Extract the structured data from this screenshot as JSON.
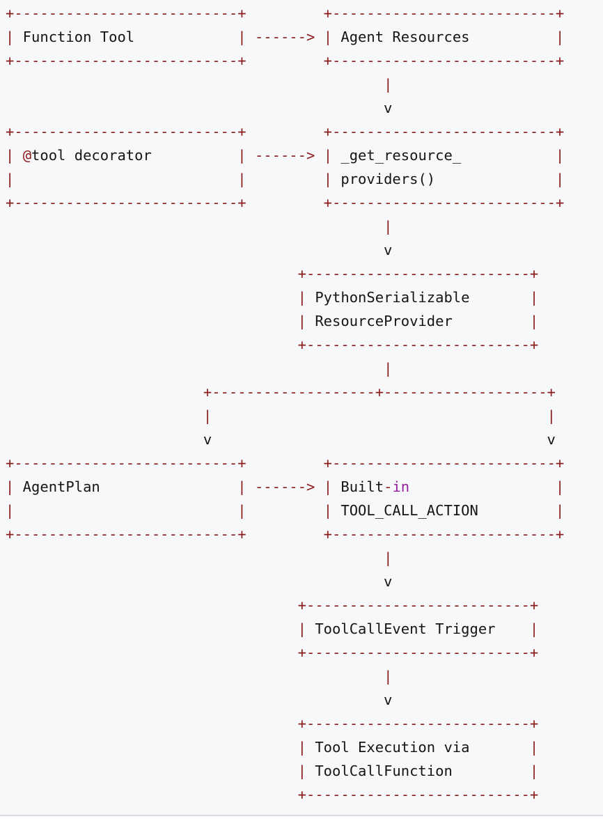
{
  "palette": {
    "page_bg": "#ffffff",
    "code_bg": "#f6f8fa",
    "border_red": "#8b1a1a",
    "text_black": "#151515",
    "keyword_purple": "#961ea0",
    "divider": "#d6dae2"
  },
  "diagram": {
    "nodes": [
      "Function Tool",
      "Agent Resources",
      "@tool decorator",
      "_get_resource_providers()",
      "PythonSerializable ResourceProvider",
      "AgentPlan",
      "Built-in TOOL_CALL_ACTION",
      "ToolCallEvent Trigger",
      "Tool Execution via ToolCallFunction"
    ],
    "edges": [
      [
        "Function Tool",
        "Agent Resources"
      ],
      [
        "Agent Resources",
        "_get_resource_providers()"
      ],
      [
        "@tool decorator",
        "_get_resource_providers()"
      ],
      [
        "_get_resource_providers()",
        "PythonSerializable ResourceProvider"
      ],
      [
        "PythonSerializable ResourceProvider",
        "AgentPlan"
      ],
      [
        "PythonSerializable ResourceProvider",
        "Built-in TOOL_CALL_ACTION"
      ],
      [
        "AgentPlan",
        "Built-in TOOL_CALL_ACTION"
      ],
      [
        "Built-in TOOL_CALL_ACTION",
        "ToolCallEvent Trigger"
      ],
      [
        "ToolCallEvent Trigger",
        "Tool Execution via ToolCallFunction"
      ]
    ]
  },
  "ascii": {
    "lines": [
      [
        [
          "r",
          "+--------------------------+"
        ],
        [
          "k",
          "         "
        ],
        [
          "r",
          "+--------------------------+"
        ]
      ],
      [
        [
          "r",
          "|"
        ],
        [
          "k",
          " Function Tool            "
        ],
        [
          "r",
          "|"
        ],
        [
          "k",
          " "
        ],
        [
          "r",
          "------>"
        ],
        [
          "k",
          " "
        ],
        [
          "r",
          "|"
        ],
        [
          "k",
          " Agent Resources          "
        ],
        [
          "r",
          "|"
        ]
      ],
      [
        [
          "r",
          "+--------------------------+"
        ],
        [
          "k",
          "         "
        ],
        [
          "r",
          "+--------------------------+"
        ]
      ],
      [
        [
          "k",
          "                                            "
        ],
        [
          "r",
          "|"
        ]
      ],
      [
        [
          "k",
          "                                            v"
        ]
      ],
      [
        [
          "r",
          "+--------------------------+"
        ],
        [
          "k",
          "         "
        ],
        [
          "r",
          "+--------------------------+"
        ]
      ],
      [
        [
          "r",
          "|"
        ],
        [
          "k",
          " "
        ],
        [
          "r",
          "@"
        ],
        [
          "k",
          "tool decorator          "
        ],
        [
          "r",
          "|"
        ],
        [
          "k",
          " "
        ],
        [
          "r",
          "------>"
        ],
        [
          "k",
          " "
        ],
        [
          "r",
          "|"
        ],
        [
          "k",
          " _get_resource_           "
        ],
        [
          "r",
          "|"
        ]
      ],
      [
        [
          "r",
          "|"
        ],
        [
          "k",
          "                          "
        ],
        [
          "r",
          "|"
        ],
        [
          "k",
          "         "
        ],
        [
          "r",
          "|"
        ],
        [
          "k",
          " providers()              "
        ],
        [
          "r",
          "|"
        ]
      ],
      [
        [
          "r",
          "+--------------------------+"
        ],
        [
          "k",
          "         "
        ],
        [
          "r",
          "+--------------------------+"
        ]
      ],
      [
        [
          "k",
          "                                            "
        ],
        [
          "r",
          "|"
        ]
      ],
      [
        [
          "k",
          "                                            v"
        ]
      ],
      [
        [
          "k",
          "                                  "
        ],
        [
          "r",
          "+--------------------------+"
        ]
      ],
      [
        [
          "k",
          "                                  "
        ],
        [
          "r",
          "|"
        ],
        [
          "k",
          " PythonSerializable       "
        ],
        [
          "r",
          "|"
        ]
      ],
      [
        [
          "k",
          "                                  "
        ],
        [
          "r",
          "|"
        ],
        [
          "k",
          " ResourceProvider         "
        ],
        [
          "r",
          "|"
        ]
      ],
      [
        [
          "k",
          "                                  "
        ],
        [
          "r",
          "+--------------------------+"
        ]
      ],
      [
        [
          "k",
          "                                            "
        ],
        [
          "r",
          "|"
        ]
      ],
      [
        [
          "k",
          "                       "
        ],
        [
          "r",
          "+-------------------+-------------------+"
        ]
      ],
      [
        [
          "k",
          "                       "
        ],
        [
          "r",
          "|"
        ],
        [
          "k",
          "                                       "
        ],
        [
          "r",
          "|"
        ]
      ],
      [
        [
          "k",
          "                       v                                       v"
        ]
      ],
      [
        [
          "r",
          "+--------------------------+"
        ],
        [
          "k",
          "         "
        ],
        [
          "r",
          "+--------------------------+"
        ]
      ],
      [
        [
          "r",
          "|"
        ],
        [
          "k",
          " AgentPlan                "
        ],
        [
          "r",
          "|"
        ],
        [
          "k",
          " "
        ],
        [
          "r",
          "------>"
        ],
        [
          "k",
          " "
        ],
        [
          "r",
          "|"
        ],
        [
          "k",
          " Built"
        ],
        [
          "r",
          "-"
        ],
        [
          "p",
          "in"
        ],
        [
          "k",
          "                 "
        ],
        [
          "r",
          "|"
        ]
      ],
      [
        [
          "r",
          "|"
        ],
        [
          "k",
          "                          "
        ],
        [
          "r",
          "|"
        ],
        [
          "k",
          "         "
        ],
        [
          "r",
          "|"
        ],
        [
          "k",
          " TOOL_CALL_ACTION         "
        ],
        [
          "r",
          "|"
        ]
      ],
      [
        [
          "r",
          "+--------------------------+"
        ],
        [
          "k",
          "         "
        ],
        [
          "r",
          "+--------------------------+"
        ]
      ],
      [
        [
          "k",
          "                                            "
        ],
        [
          "r",
          "|"
        ]
      ],
      [
        [
          "k",
          "                                            v"
        ]
      ],
      [
        [
          "k",
          "                                  "
        ],
        [
          "r",
          "+--------------------------+"
        ]
      ],
      [
        [
          "k",
          "                                  "
        ],
        [
          "r",
          "|"
        ],
        [
          "k",
          " ToolCallEvent Trigger    "
        ],
        [
          "r",
          "|"
        ]
      ],
      [
        [
          "k",
          "                                  "
        ],
        [
          "r",
          "+--------------------------+"
        ]
      ],
      [
        [
          "k",
          "                                            "
        ],
        [
          "r",
          "|"
        ]
      ],
      [
        [
          "k",
          "                                            v"
        ]
      ],
      [
        [
          "k",
          "                                  "
        ],
        [
          "r",
          "+--------------------------+"
        ]
      ],
      [
        [
          "k",
          "                                  "
        ],
        [
          "r",
          "|"
        ],
        [
          "k",
          " Tool Execution via       "
        ],
        [
          "r",
          "|"
        ]
      ],
      [
        [
          "k",
          "                                  "
        ],
        [
          "r",
          "|"
        ],
        [
          "k",
          " ToolCallFunction         "
        ],
        [
          "r",
          "|"
        ]
      ],
      [
        [
          "k",
          "                                  "
        ],
        [
          "r",
          "+--------------------------+"
        ]
      ]
    ]
  }
}
